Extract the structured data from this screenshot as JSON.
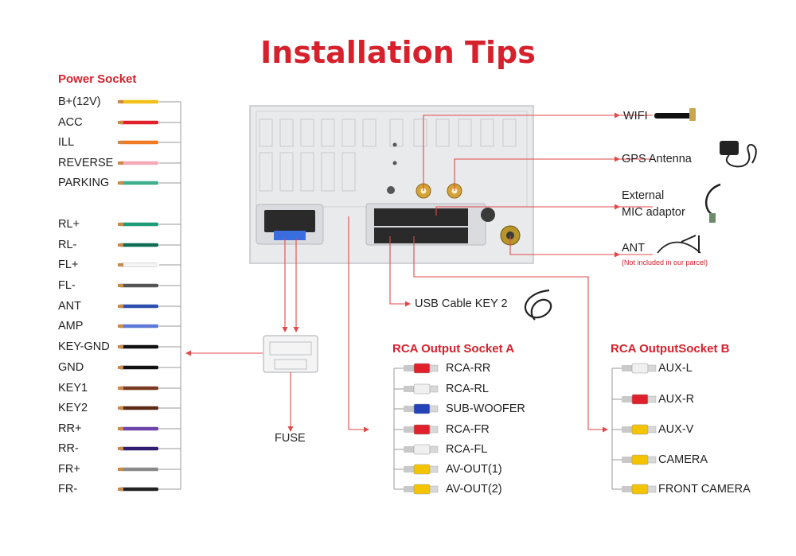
{
  "title": "Installation Tips",
  "power_socket": {
    "heading": "Power Socket",
    "wires": [
      {
        "label": "B+(12V)",
        "color": "#f2c21b"
      },
      {
        "label": "ACC",
        "color": "#e0202a"
      },
      {
        "label": "ILL",
        "color": "#f07a22"
      },
      {
        "label": "REVERSE",
        "color": "#f4a9b6"
      },
      {
        "label": "PARKING",
        "color": "#3fae8a"
      },
      {
        "label": "RL+",
        "color": "#1f9c78"
      },
      {
        "label": "RL-",
        "color": "#0f6d55"
      },
      {
        "label": "FL+",
        "color": "#f4f4f4"
      },
      {
        "label": "FL-",
        "color": "#555555"
      },
      {
        "label": "ANT",
        "color": "#2f4fae"
      },
      {
        "label": "AMP",
        "color": "#5f7ad6"
      },
      {
        "label": "KEY-GND",
        "color": "#111111"
      },
      {
        "label": "GND",
        "color": "#111111"
      },
      {
        "label": "KEY1",
        "color": "#7a3b22"
      },
      {
        "label": "KEY2",
        "color": "#5a2a17"
      },
      {
        "label": "RR+",
        "color": "#6d45a8"
      },
      {
        "label": "RR-",
        "color": "#2f1f6d"
      },
      {
        "label": "FR+",
        "color": "#8a8a8a"
      },
      {
        "label": "FR-",
        "color": "#222222"
      }
    ]
  },
  "fuse_label": "FUSE",
  "accessories": {
    "wifi": "WIFI",
    "gps": "GPS Antenna",
    "mic_line1": "External",
    "mic_line2": "MIC adaptor",
    "ant": "ANT",
    "ant_note": "(Not included in our parcel)",
    "usb": "USB Cable KEY 2"
  },
  "rca_a": {
    "heading": "RCA Output Socket A",
    "items": [
      {
        "label": "RCA-RR",
        "color": "#e0202a"
      },
      {
        "label": "RCA-RL",
        "color": "#f0f0f0"
      },
      {
        "label": "SUB-WOOFER",
        "color": "#2443b8"
      },
      {
        "label": "RCA-FR",
        "color": "#e0202a"
      },
      {
        "label": "RCA-FL",
        "color": "#f0f0f0"
      },
      {
        "label": "AV-OUT(1)",
        "color": "#f4c400"
      },
      {
        "label": "AV-OUT(2)",
        "color": "#f4c400"
      }
    ]
  },
  "rca_b": {
    "heading": "RCA OutputSocket B",
    "items": [
      {
        "label": "AUX-L",
        "color": "#f0f0f0"
      },
      {
        "label": "AUX-R",
        "color": "#e0202a"
      },
      {
        "label": "AUX-V",
        "color": "#f4c400"
      },
      {
        "label": "CAMERA",
        "color": "#f4c400"
      },
      {
        "label": "FRONT CAMERA",
        "color": "#f4c400"
      }
    ]
  },
  "colors": {
    "accent": "#d6212c",
    "line_red": "#e04a4a",
    "panel": "#e9eaec",
    "bracket": "#9a9a9a"
  }
}
